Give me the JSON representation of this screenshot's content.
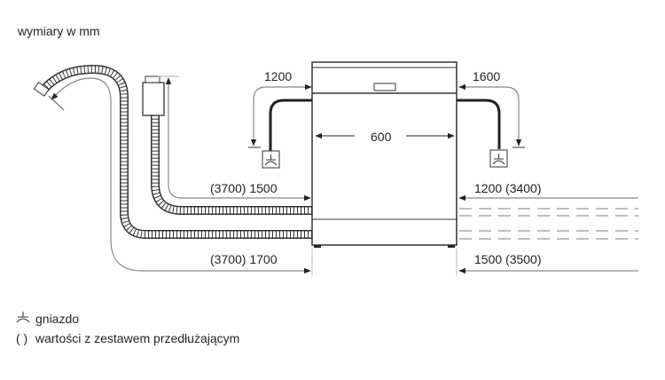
{
  "title": "wymiary w mm",
  "dimensions": {
    "left_top": "1200",
    "right_top": "1600",
    "width": "600",
    "left_inlet": "(3700) 1500",
    "right_inlet": "1200 (3400)",
    "left_drain": "(3700) 1700",
    "right_drain": "1500 (3500)"
  },
  "legend": {
    "socket_label": "gniazdo",
    "extension_symbol": "( )",
    "extension_label": "wartości z zestawem przedłużającym"
  }
}
